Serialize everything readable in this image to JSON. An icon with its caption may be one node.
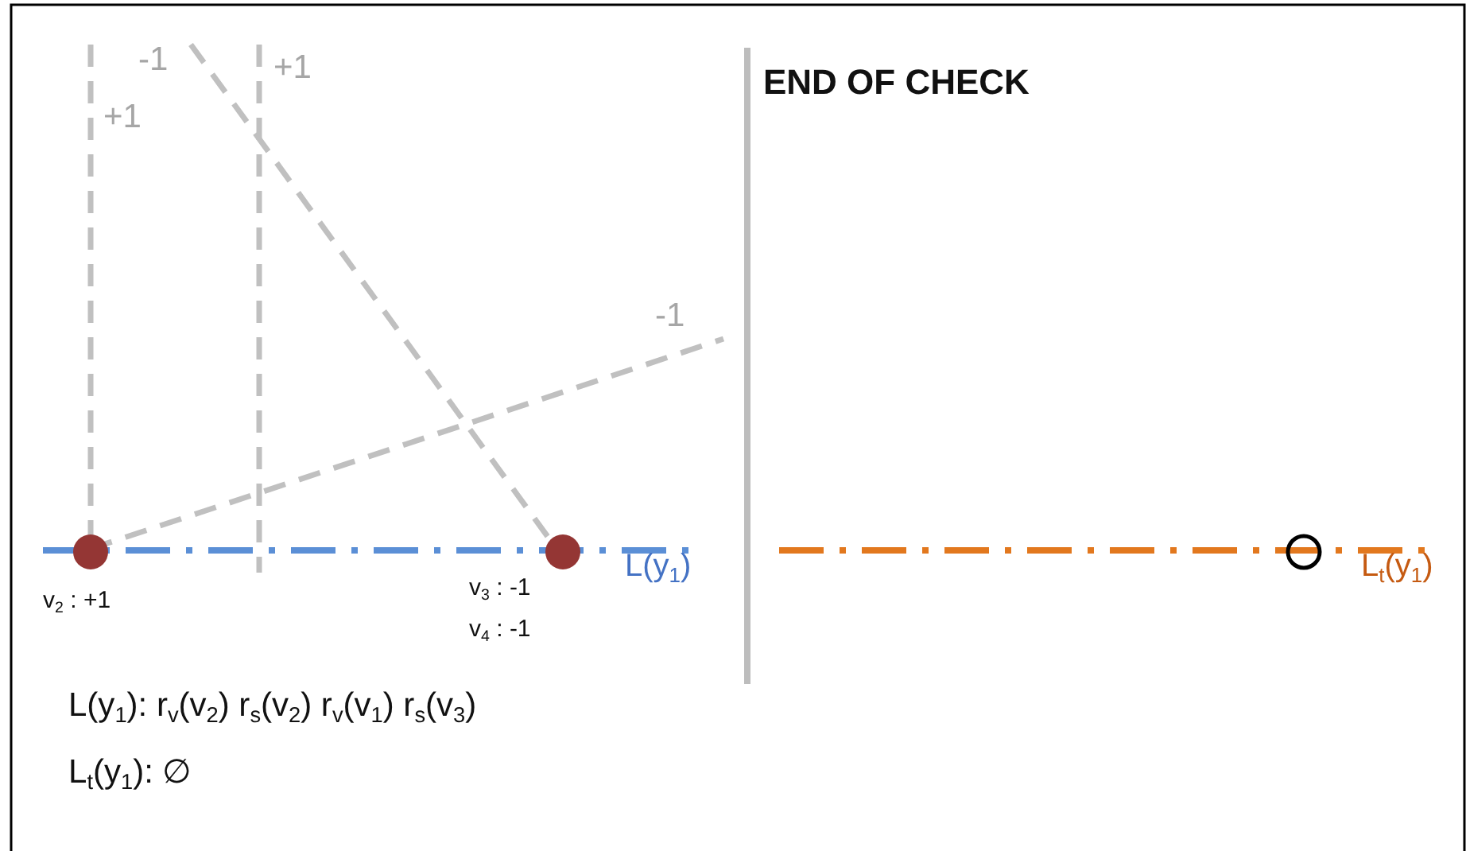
{
  "diagram": {
    "title": "END OF CHECK",
    "labels": [
      "-1",
      "+1",
      "+1",
      "-1",
      "L(y$_{1}$)",
      "v$_{2}$ : +1",
      "v$_{3}$ : -1",
      "L$_{t}$(y$_{1}$)",
      "v$_{4}$ : -1",
      "L(y$_{1}$): r$_{v}$(v$_{2}$) r$_{s}$(v$_{2}$) r$_{v}$(v$_{1}$) r$_{s}$(v$_{3}$)",
      "L$_{t}$(y$_{1}$): ∅"
    ]
  }
}
